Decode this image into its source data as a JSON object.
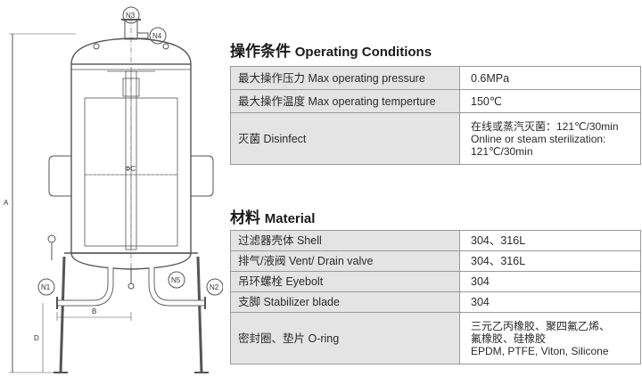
{
  "drawing": {
    "labels": {
      "n1": "N1",
      "n2": "N2",
      "n3": "N3",
      "n4": "N4",
      "n5": "N5",
      "a": "A",
      "b": "B",
      "d": "D",
      "phi_c": "ΦC"
    }
  },
  "operating": {
    "title_cn": "操作条件",
    "title_en": "Operating Conditions",
    "rows": [
      {
        "key": "最大操作压力 Max operating pressure",
        "value": [
          "0.6MPa"
        ]
      },
      {
        "key": "最大操作温度 Max operating temperture",
        "value": [
          "150℃"
        ]
      },
      {
        "key": "灭菌 Disinfect",
        "value": [
          "在线或蒸汽灭菌：121℃/30min",
          "Online or steam sterilization:",
          "121℃/30min"
        ]
      }
    ]
  },
  "material": {
    "title_cn": "材料",
    "title_en": "Material",
    "rows": [
      {
        "key": "过滤器壳体 Shell",
        "value": [
          "304、316L"
        ]
      },
      {
        "key": "排气/液阀 Vent/ Drain valve",
        "value": [
          "304、316L"
        ]
      },
      {
        "key": "吊环螺栓 Eyebolt",
        "value": [
          "304"
        ]
      },
      {
        "key": "支脚 Stabilizer blade",
        "value": [
          "304"
        ]
      },
      {
        "key": "密封圈、垫片 O-ring",
        "value": [
          "三元乙丙橡胶、聚四氟乙烯、",
          "氟橡胶、硅橡胶",
          "EPDM, PTFE, Viton, Silicone"
        ]
      }
    ]
  }
}
